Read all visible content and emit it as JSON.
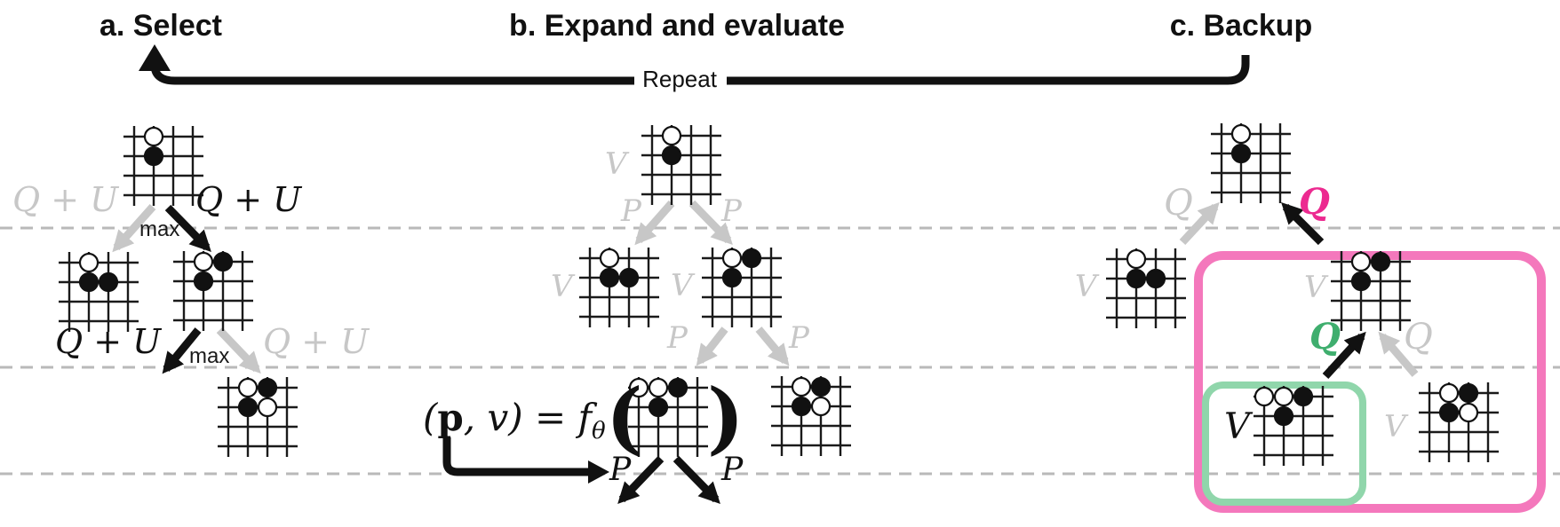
{
  "headings": {
    "select": "a. Select",
    "expand": "b. Expand and evaluate",
    "backup": "c. Backup"
  },
  "repeat": {
    "label": "Repeat"
  },
  "labels": {
    "q_plus_u": "Q + U",
    "max": "max",
    "value": "V",
    "prior": "P",
    "action_value": "Q"
  },
  "formula": {
    "lparen": "(",
    "p_bold": "p",
    "comma_v": ", v",
    "rparen_eq": ") = ",
    "f": "f",
    "theta_sub": "θ",
    "big_lparen": "(",
    "big_rparen": ")"
  },
  "colors": {
    "black": "#111111",
    "gray": "#c7c7c7",
    "dashed_line": "#b9b9b9",
    "magenta_q": "#ec2a90",
    "pink_box": "#f478bc",
    "green_q": "#3fae6e",
    "green_box": "#90d6ab"
  },
  "boards": {
    "root": {
      "w": [
        [
          0,
          1
        ]
      ],
      "b": [
        [
          1,
          1
        ]
      ]
    },
    "left_child": {
      "w": [
        [
          0,
          1
        ]
      ],
      "b": [
        [
          1,
          1
        ],
        [
          1,
          2
        ]
      ]
    },
    "right_child": {
      "w": [
        [
          0,
          1
        ]
      ],
      "b": [
        [
          0,
          2
        ],
        [
          1,
          1
        ]
      ]
    },
    "grand_right": {
      "w": [
        [
          0,
          1
        ],
        [
          1,
          2
        ]
      ],
      "b": [
        [
          0,
          2
        ],
        [
          1,
          1
        ]
      ]
    },
    "expanded": {
      "w": [
        [
          0,
          0
        ],
        [
          0,
          1
        ]
      ],
      "b": [
        [
          0,
          2
        ],
        [
          1,
          1
        ]
      ]
    }
  }
}
